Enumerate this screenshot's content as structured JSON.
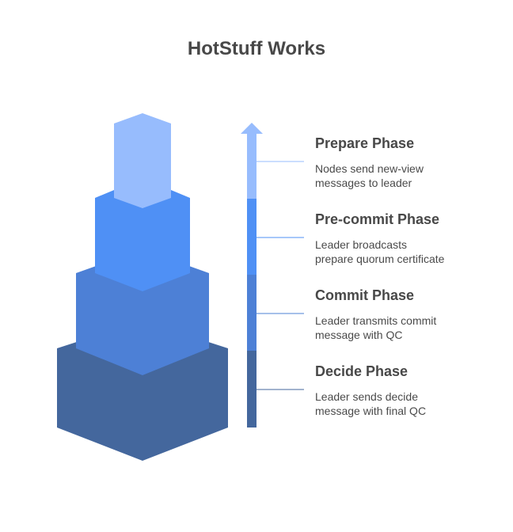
{
  "title": "HotStuff Works",
  "colors": {
    "prepare": "#97bcfd",
    "precommit": "#4f90f5",
    "commit": "#4d80d6",
    "decide": "#44679d"
  },
  "phases": [
    {
      "title": "Prepare Phase",
      "desc_line1": "Nodes send new-view",
      "desc_line2": "messages to leader"
    },
    {
      "title": "Pre-commit Phase",
      "desc_line1": "Leader broadcasts",
      "desc_line2": "prepare quorum certificate"
    },
    {
      "title": "Commit Phase",
      "desc_line1": "Leader transmits commit",
      "desc_line2": "message with QC"
    },
    {
      "title": "Decide Phase",
      "desc_line1": "Leader sends decide",
      "desc_line2": "message with final QC"
    }
  ]
}
